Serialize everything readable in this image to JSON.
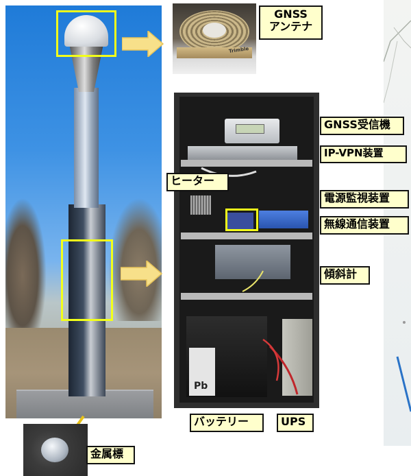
{
  "labels": {
    "gnss_antenna_line1": "GNSS",
    "gnss_antenna_line2": "アンテナ",
    "gnss_receiver": "GNSS受信機",
    "ip_vpn": "IP-VPN装置",
    "heater": "ヒーター",
    "power_monitor": "電源監視装置",
    "wireless": "無線通信装置",
    "inclinometer": "傾斜計",
    "battery": "バッテリー",
    "ups": "UPS",
    "metal_marker": "金属標"
  },
  "photo_text": {
    "battery_pb": "Pb",
    "trimble": "Trimble"
  },
  "colors": {
    "highlight": "#f2ff1a",
    "label_bg": "#ffffcc",
    "arrow": "#f7e08a"
  }
}
